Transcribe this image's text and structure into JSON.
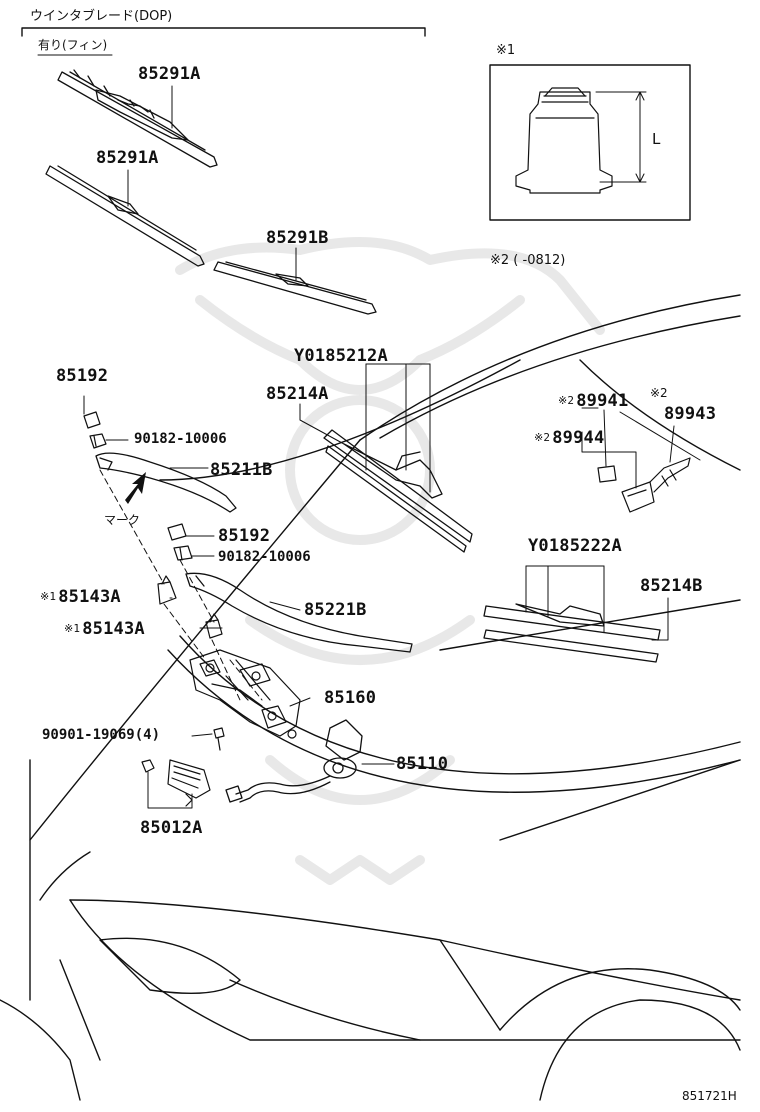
{
  "header": {
    "group_title": "ウインタブレード(DOP)",
    "subgroup_title": "有り(フィン)"
  },
  "note1": {
    "mark": "※1",
    "dimension_label": "L"
  },
  "note2": {
    "mark": "※2",
    "text": "※2 (       -0812)"
  },
  "parts": {
    "p85291a_1": "85291A",
    "p85291a_2": "85291A",
    "p85291b": "85291B",
    "p85192_1": "85192",
    "p90182_1": "90182-10006",
    "p85211b": "85211B",
    "marker_text": "マーク",
    "p85192_2": "85192",
    "p90182_2": "90182-10006",
    "p85143a_1": "85143A",
    "p85143a_2": "85143A",
    "p85221b": "85221B",
    "p85160": "85160",
    "p90901": "90901-19069(4)",
    "p85110": "85110",
    "p85012a": "85012A",
    "py0185212a": "Y0185212A",
    "p85214a": "85214A",
    "p89941": "89941",
    "p89943": "89943",
    "p89944": "89944",
    "py0185222a": "Y0185222A",
    "p85214b": "85214B"
  },
  "footer": {
    "diagram_code": "851721H"
  }
}
